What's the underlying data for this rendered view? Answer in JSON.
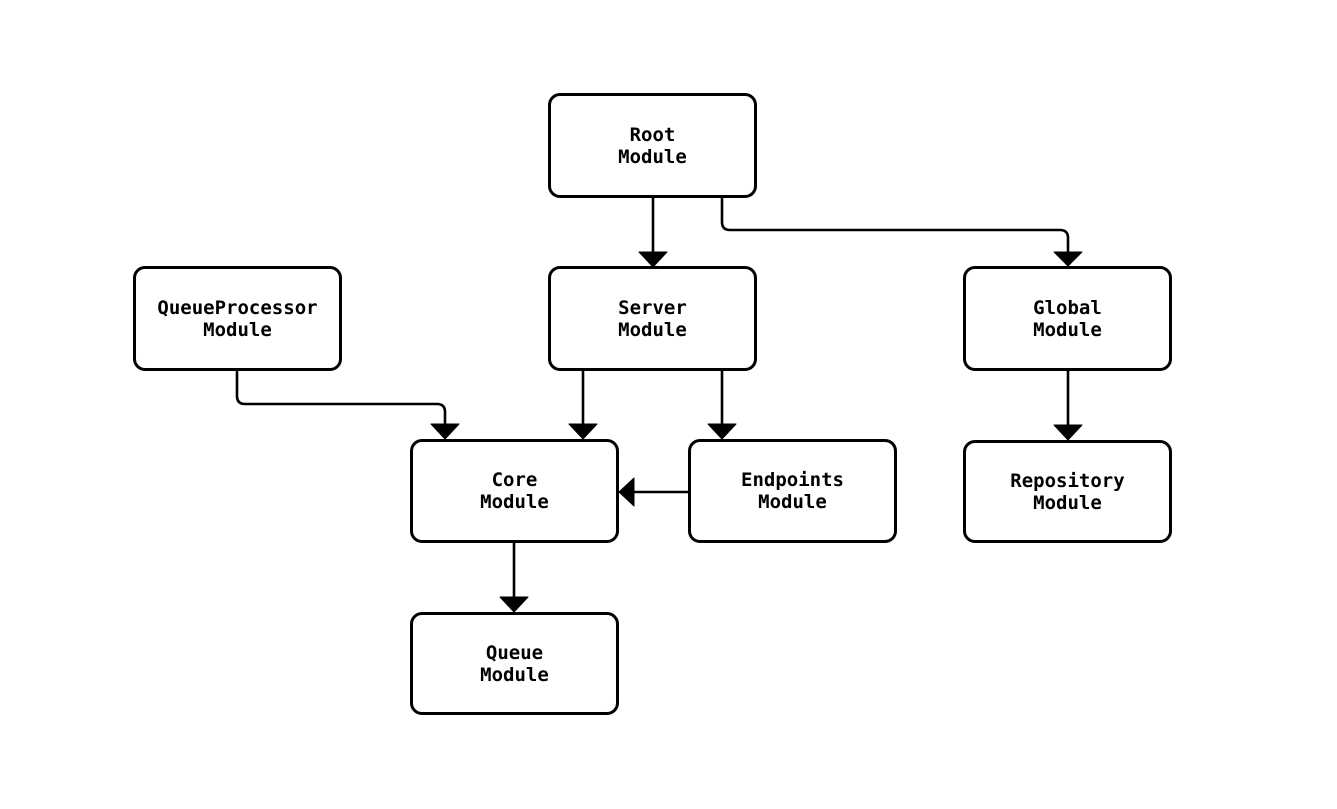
{
  "diagram": {
    "colors": {
      "background": "#ffffff",
      "node_fill": "#ffffff",
      "node_border": "#000000",
      "edge": "#000000",
      "text": "#000000"
    },
    "nodes": [
      {
        "id": "root",
        "label": "Root\nModule"
      },
      {
        "id": "queue_processor",
        "label": "QueueProcessor\nModule"
      },
      {
        "id": "server",
        "label": "Server\nModule"
      },
      {
        "id": "global",
        "label": "Global\nModule"
      },
      {
        "id": "core",
        "label": "Core\nModule"
      },
      {
        "id": "endpoints",
        "label": "Endpoints\nModule"
      },
      {
        "id": "repository",
        "label": "Repository\nModule"
      },
      {
        "id": "queue",
        "label": "Queue\nModule"
      }
    ],
    "edges": [
      {
        "from": "Root Module",
        "to": "Server Module"
      },
      {
        "from": "Root Module",
        "to": "Global Module"
      },
      {
        "from": "QueueProcessor Module",
        "to": "Core Module"
      },
      {
        "from": "Server Module",
        "to": "Core Module"
      },
      {
        "from": "Server Module",
        "to": "Endpoints Module"
      },
      {
        "from": "Endpoints Module",
        "to": "Core Module"
      },
      {
        "from": "Global Module",
        "to": "Repository Module"
      },
      {
        "from": "Core Module",
        "to": "Queue Module"
      }
    ]
  }
}
